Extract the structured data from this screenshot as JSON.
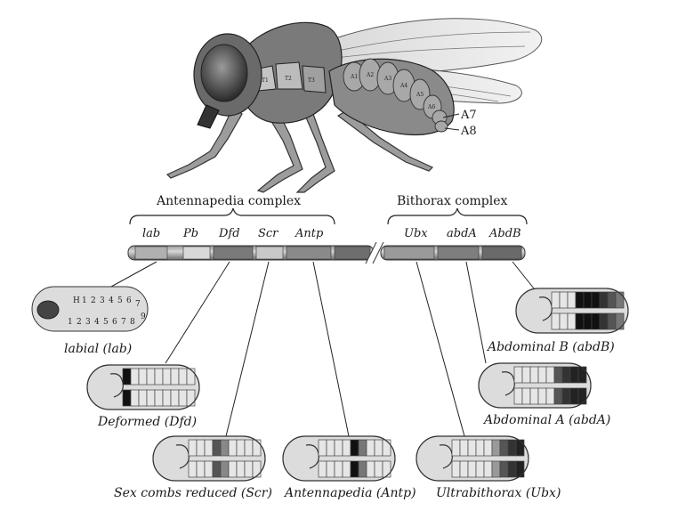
{
  "fly": {
    "thorax_labels": [
      "T1",
      "T2",
      "T3"
    ],
    "abdomen_labels": [
      "A1",
      "A2",
      "A3",
      "A4",
      "A5",
      "A6"
    ],
    "callouts": [
      "A7",
      "A8"
    ]
  },
  "complexes": {
    "antennapedia": "Antennapedia complex",
    "bithorax": "Bithorax complex"
  },
  "genes": [
    "lab",
    "Pb",
    "Dfd",
    "Scr",
    "Antp",
    "Ubx",
    "abdA",
    "AbdB"
  ],
  "embryos": {
    "lab": "labial (lab)",
    "dfd": "Deformed (Dfd)",
    "scr": "Sex combs reduced (Scr)",
    "antp": "Antennapedia (Antp)",
    "ubx": "Ultrabithorax (Ubx)",
    "abda": "Abdominal  A (abdA)",
    "abdb": "Abdominal  B (abdB)"
  },
  "embryo_segment_labels": {
    "top": [
      "H",
      "1",
      "2",
      "3",
      "4",
      "5",
      "6",
      "7"
    ],
    "bottom": [
      "1",
      "2",
      "3",
      "4",
      "5",
      "6",
      "7",
      "8"
    ],
    "tail": "9"
  }
}
